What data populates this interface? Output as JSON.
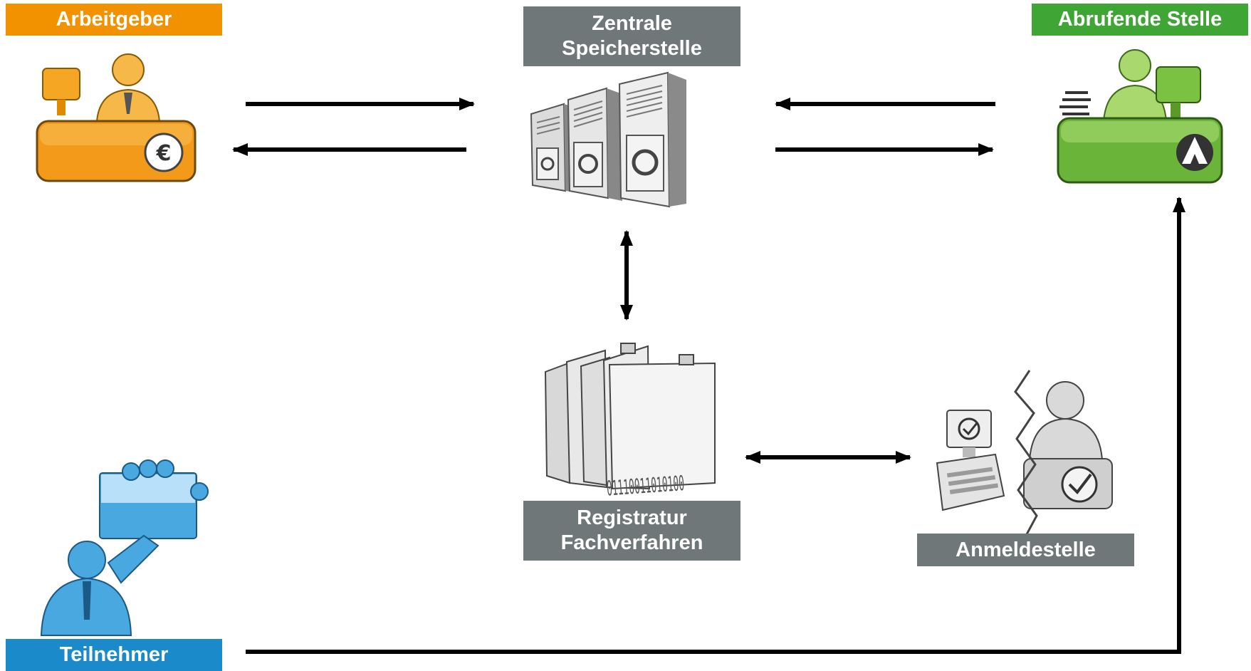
{
  "colors": {
    "arbeitgeber": "#f39200",
    "abrufende_stelle": "#3fa535",
    "teilnehmer": "#1a8acb",
    "node_gray": "#6f7778"
  },
  "nodes": {
    "arbeitgeber": {
      "label": "Arbeitgeber",
      "icon": "employer-desk-euro-icon"
    },
    "zentrale": {
      "label_line1": "Zentrale",
      "label_line2": "Speicherstelle",
      "icon": "server-vault-icon"
    },
    "abrufende_stelle": {
      "label": "Abrufende Stelle",
      "icon": "agency-desk-icon"
    },
    "registratur": {
      "label_line1": "Registratur",
      "label_line2": "Fachverfahren",
      "icon": "binary-file-folders-icon",
      "binary_text": "01110011010100"
    },
    "anmeldestelle": {
      "label": "Anmeldestelle",
      "icon": "registration-desk-check-icon"
    },
    "teilnehmer": {
      "label": "Teilnehmer",
      "icon": "person-holding-card-icon"
    }
  }
}
